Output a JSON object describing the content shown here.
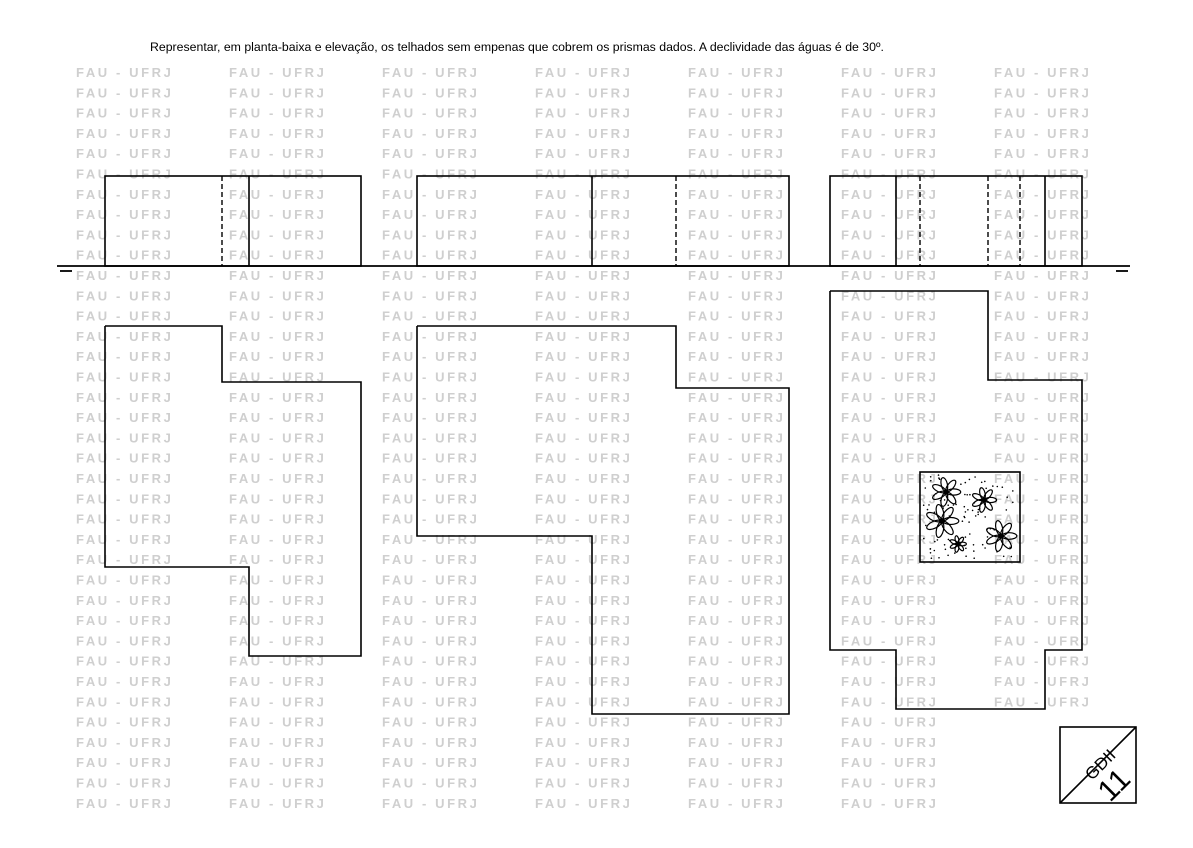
{
  "instruction": "Representar, em planta-baixa e elevação, os telhados sem empenas que cobrem os prismas dados. A declividade das águas é de 30º.",
  "watermark_text": "FAU - UFRJ",
  "stamp": {
    "code": "GDII",
    "number": "11"
  },
  "figures": [
    {
      "name": "prism-1",
      "views": [
        "elevation",
        "plan"
      ]
    },
    {
      "name": "prism-2",
      "views": [
        "elevation",
        "plan"
      ]
    },
    {
      "name": "prism-3",
      "views": [
        "elevation",
        "plan"
      ],
      "plan_feature": "garden-courtyard"
    }
  ]
}
